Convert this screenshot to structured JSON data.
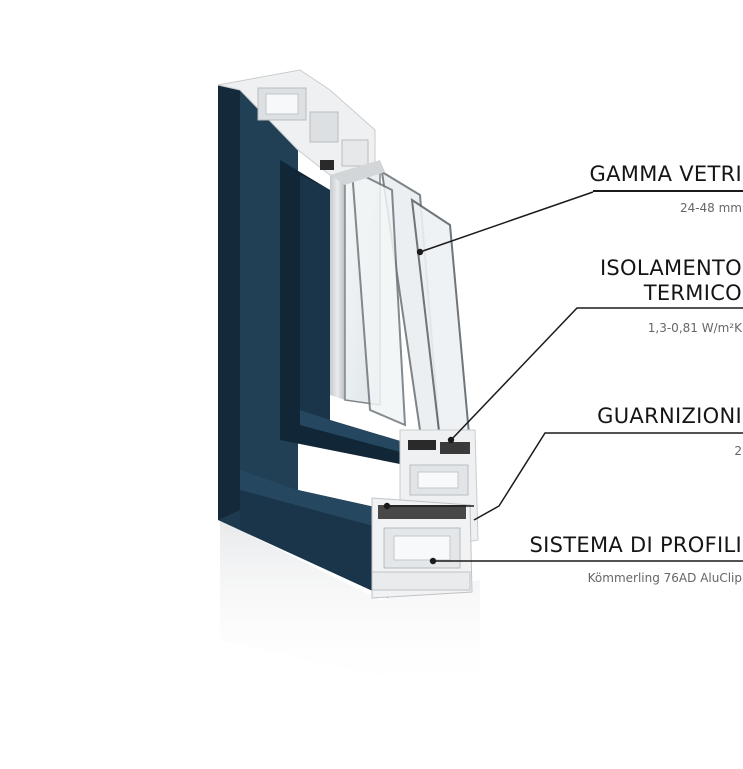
{
  "colors": {
    "frame": "#1d3a4f",
    "frame_dark": "#112637",
    "pvc": "#eef0f1",
    "leader": "#1a1a1a",
    "title_text": "#151515",
    "value_text": "#666666"
  },
  "features": [
    {
      "title": "GAMMA VETRI",
      "value": "24-48 mm"
    },
    {
      "title_line1": "ISOLAMENTO",
      "title_line2": "TERMICO",
      "value": "1,3-0,81 W/m²K"
    },
    {
      "title": "GUARNIZIONI",
      "value": "2"
    },
    {
      "title": "SISTEMA DI PROFILI",
      "value": "Kömmerling 76AD AluClip"
    }
  ]
}
